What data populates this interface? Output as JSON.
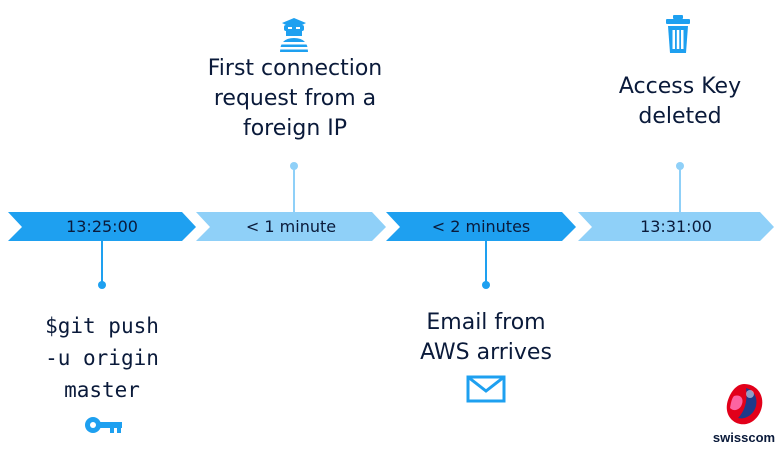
{
  "colors": {
    "primary_blue": "#1EA0F0",
    "light_blue": "#8FD0F8",
    "text": "#0a1a3a"
  },
  "timeline": {
    "segments": [
      {
        "label": "13:25:00",
        "style": "primary"
      },
      {
        "label": "< 1 minute",
        "style": "light"
      },
      {
        "label": "< 2 minutes",
        "style": "primary"
      },
      {
        "label": "13:31:00",
        "style": "light"
      }
    ]
  },
  "events": {
    "git_push": {
      "text": "$git push\n-u origin\nmaster",
      "icon": "key-icon"
    },
    "foreign_ip": {
      "text": "First connection\nrequest from a\nforeign IP",
      "icon": "thief-icon"
    },
    "aws_email": {
      "text": "Email from\nAWS arrives",
      "icon": "envelope-icon"
    },
    "key_deleted": {
      "text": "Access Key\ndeleted",
      "icon": "trash-icon"
    }
  },
  "brand": {
    "name": "swisscom",
    "icon": "swisscom-logo-icon"
  }
}
